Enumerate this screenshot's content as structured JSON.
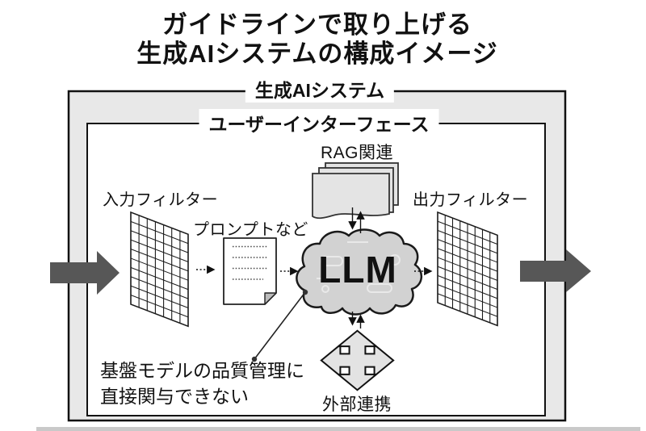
{
  "title": {
    "line1": "ガイドラインで取り上げる",
    "line2": "生成AIシステムの構成イメージ"
  },
  "system_box": {
    "label": "生成AIシステム"
  },
  "ui_box": {
    "label": "ユーザーインターフェース"
  },
  "nodes": {
    "input_filter": {
      "label": "入力フィルター"
    },
    "prompt": {
      "label": "プロンプトなど"
    },
    "rag": {
      "label": "RAG関連"
    },
    "llm": {
      "label": "LLM"
    },
    "output_filter": {
      "label": "出力フィルター"
    },
    "external_link": {
      "label": "外部連携"
    }
  },
  "note": {
    "line1": "基盤モデルの品質管理に",
    "line2": "直接関与できない"
  },
  "colors": {
    "background": "#ffffff",
    "box_fill": "#e8e8e8",
    "inner_fill": "#ffffff",
    "line": "#111111",
    "flow_arrow_dark": "#575757",
    "cloud_fill": "#d2d2d2",
    "sheet_fill": "#e4e4e4",
    "icon_fill": "#e3e3e3",
    "fold_fill": "#bcbcbc",
    "bottom_strip": "#c9c9c9"
  },
  "icons": {
    "input_filter": "grid-filter-icon",
    "output_filter": "grid-filter-icon",
    "prompt": "document-icon",
    "rag": "document-stack-icon",
    "llm": "cloud-icon",
    "external_link": "move-arrows-icon"
  }
}
